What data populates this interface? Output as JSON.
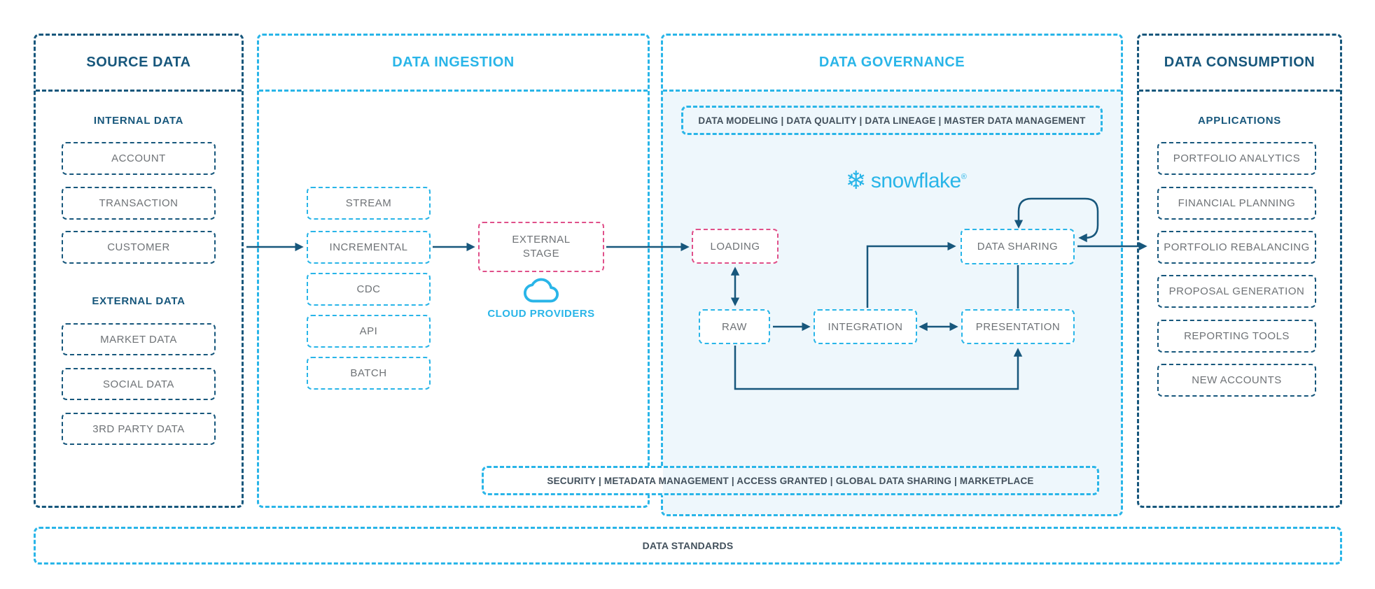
{
  "source": {
    "title": "SOURCE DATA",
    "internal": {
      "heading": "INTERNAL DATA",
      "items": [
        "ACCOUNT",
        "TRANSACTION",
        "CUSTOMER"
      ]
    },
    "external": {
      "heading": "EXTERNAL DATA",
      "items": [
        "MARKET DATA",
        "SOCIAL DATA",
        "3RD PARTY DATA"
      ]
    }
  },
  "ingestion": {
    "title": "DATA INGESTION",
    "methods": [
      "STREAM",
      "INCREMENTAL",
      "CDC",
      "API",
      "BATCH"
    ],
    "external_stage": "EXTERNAL\nSTAGE",
    "cloud_providers": "CLOUD PROVIDERS"
  },
  "governance": {
    "title": "DATA GOVERNANCE",
    "capabilities": "DATA MODELING | DATA QUALITY | DATA LINEAGE | MASTER DATA MANAGEMENT",
    "logo": {
      "wordmark": "snowflake",
      "registered": "®"
    },
    "nodes": {
      "loading": "LOADING",
      "raw": "RAW",
      "integration": "INTEGRATION",
      "presentation": "PRESENTATION",
      "data_sharing": "DATA SHARING"
    },
    "services": "SECURITY | METADATA MANAGEMENT | ACCESS GRANTED | GLOBAL DATA SHARING | MARKETPLACE"
  },
  "consumption": {
    "title": "DATA CONSUMPTION",
    "heading": "APPLICATIONS",
    "items": [
      "PORTFOLIO ANALYTICS",
      "FINANCIAL PLANNING",
      "PORTFOLIO REBALANCING",
      "PROPOSAL GENERATION",
      "REPORTING TOOLS",
      "NEW ACCOUNTS"
    ]
  },
  "footer": {
    "data_standards": "DATA STANDARDS"
  },
  "icons": {
    "snowflake_logo": "snowflake-icon",
    "cloud_providers": "cloud-outline-icon"
  },
  "colors": {
    "navy": "#17577c",
    "accent_blue": "#29b5e8",
    "pink": "#e0508a",
    "node_text": "#6e7276",
    "governance_bg": "#eef7fc",
    "banner_text": "#42505c",
    "background": "#ffffff"
  }
}
